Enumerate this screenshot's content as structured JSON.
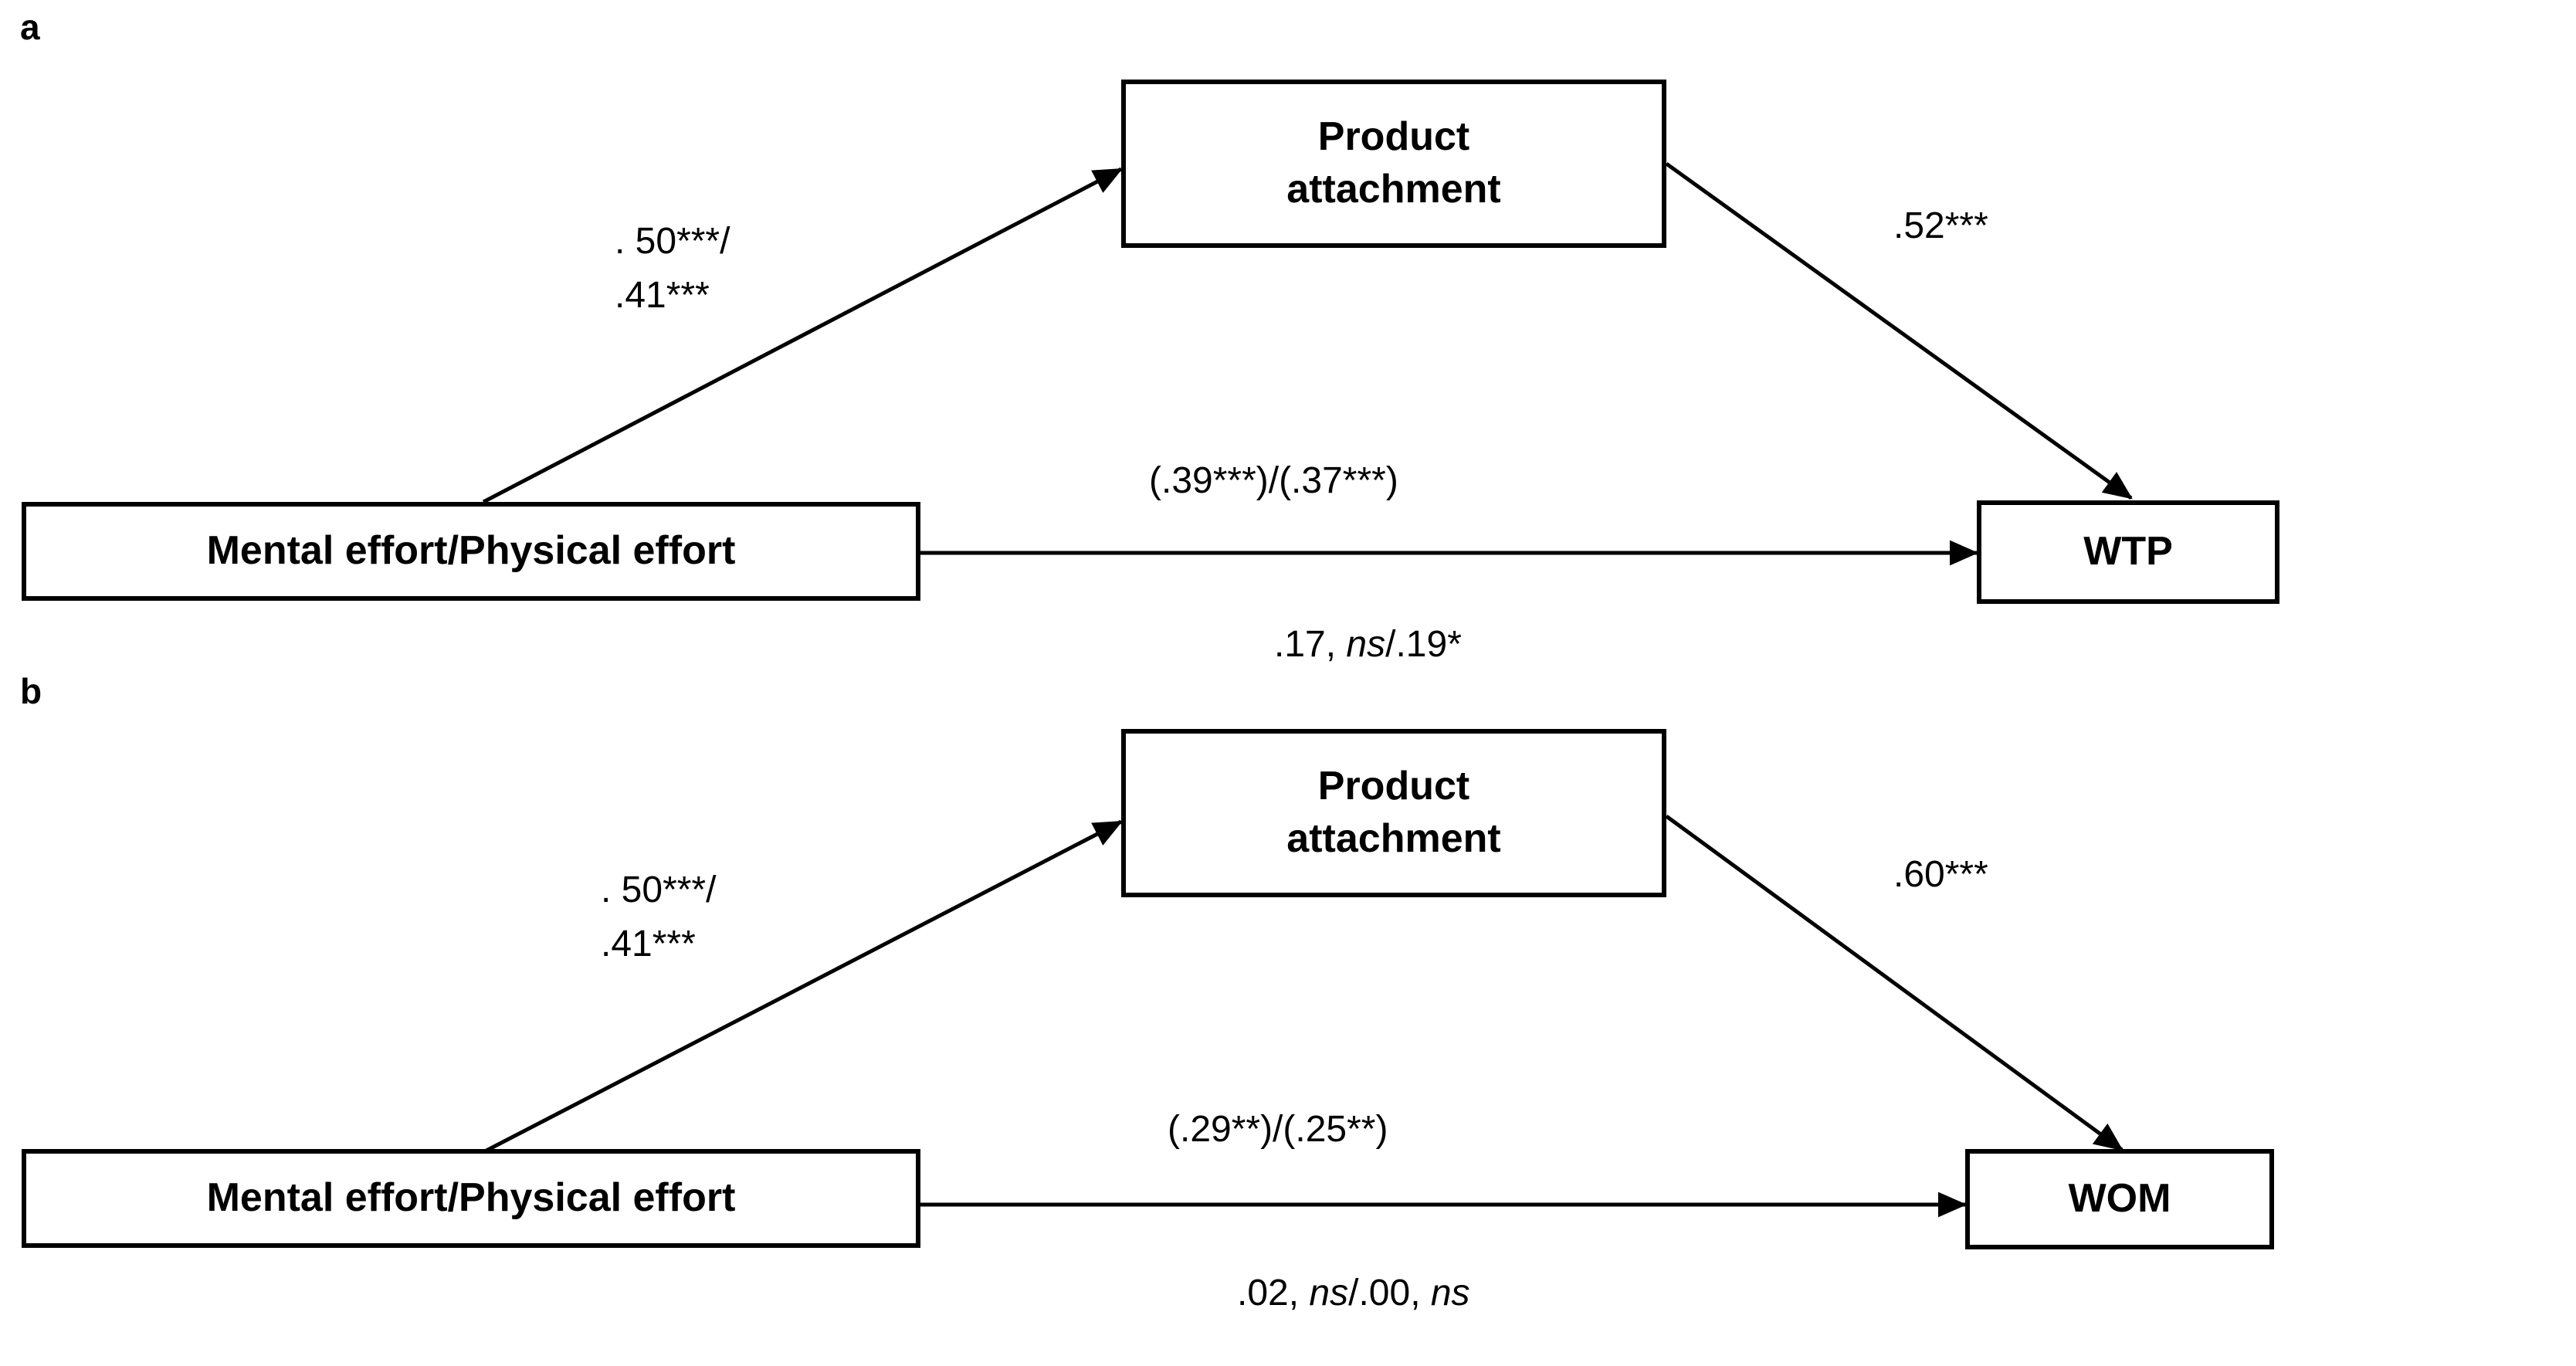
{
  "figure": {
    "type": "mediation-path-diagram",
    "background": "#ffffff",
    "line_color": "#000000",
    "panels": [
      {
        "key": "a",
        "label": "a",
        "nodes": {
          "predictor": "Mental effort/Physical effort",
          "mediator": "Product\nattachment",
          "outcome": "WTP"
        },
        "paths": {
          "a_path_line1": ". 50***/",
          "a_path_line2": ".41***",
          "b_path": ".52***",
          "c_total": "(.39***)/(.37***)",
          "c_direct_pre": ".17, ",
          "c_direct_ns": "ns",
          "c_direct_post": "/.19*"
        }
      },
      {
        "key": "b",
        "label": "b",
        "nodes": {
          "predictor": "Mental effort/Physical effort",
          "mediator": "Product\nattachment",
          "outcome": "WOM"
        },
        "paths": {
          "a_path_line1": ". 50***/",
          "a_path_line2": ".41***",
          "b_path": ".60***",
          "c_total": "(.29**)/(.25**)",
          "c_direct_pre": ".02, ",
          "c_direct_ns": "ns",
          "c_direct_post": "/.00, ",
          "c_direct_ns2": "ns"
        }
      }
    ]
  }
}
